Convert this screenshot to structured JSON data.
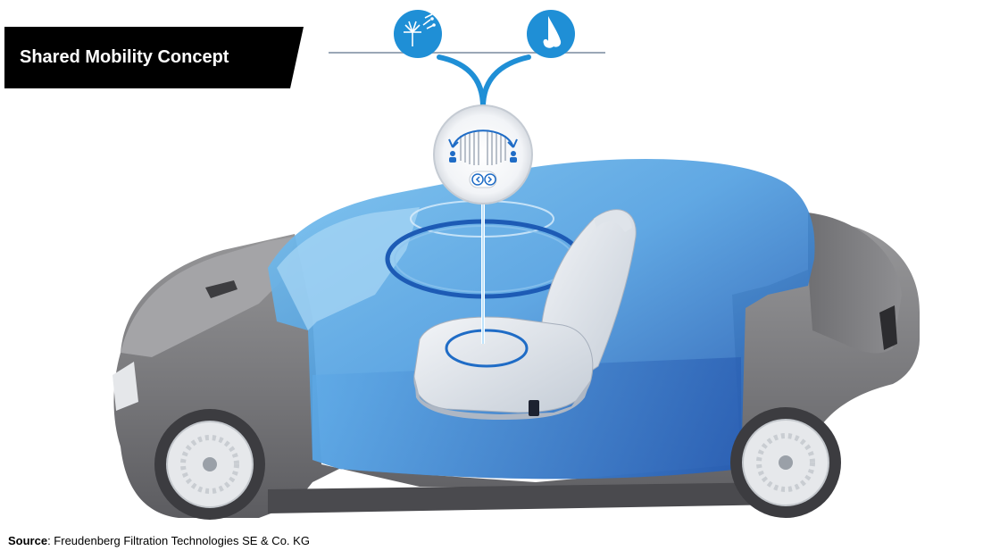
{
  "title": "Shared Mobility Concept",
  "source": {
    "label": "Source",
    "text": ": Freudenberg Filtration Technologies SE & Co. KG"
  },
  "illustration": {
    "icons": [
      "dandelion-pollen-icon",
      "nose-odor-icon"
    ],
    "colors": {
      "accent_blue": "#1f8fd6",
      "cabin_blue": "#4aa3e0",
      "car_gray": "#8a8a8c",
      "banner_black": "#000000"
    }
  }
}
